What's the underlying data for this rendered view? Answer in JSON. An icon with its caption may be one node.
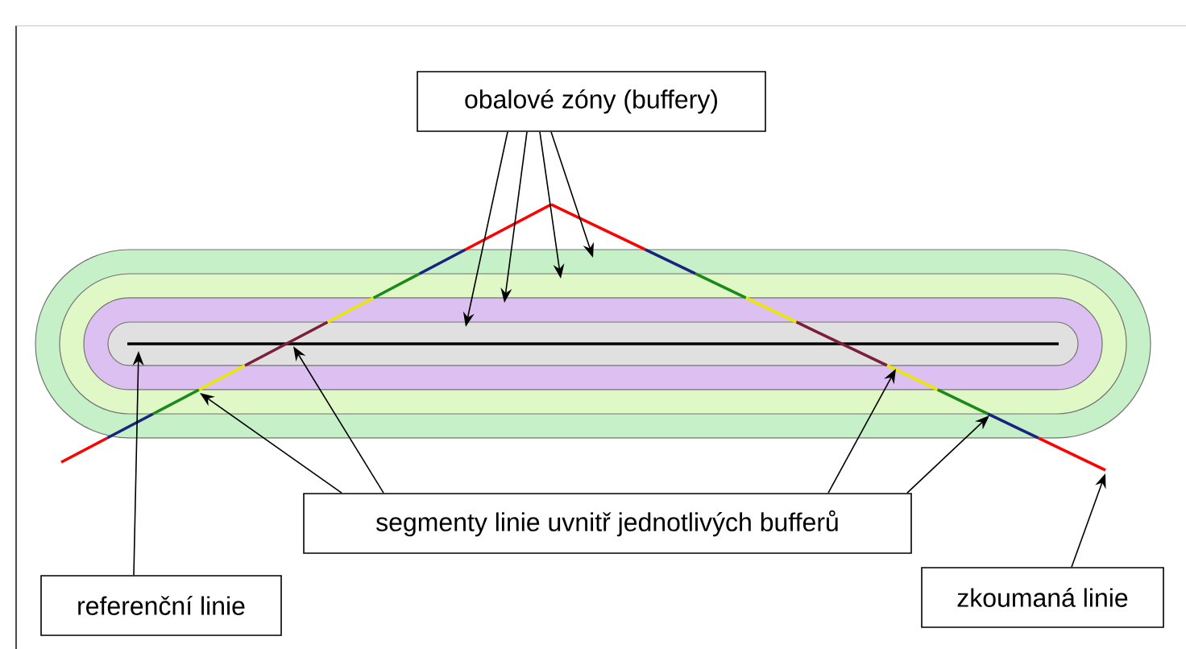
{
  "diagram": {
    "nodes": [
      {
        "text": [
          "obalové zóny (buffery)"
        ]
      },
      {
        "text": [
          "segmenty linie uvnitř jednotlivých bufferů"
        ]
      },
      {
        "text": [
          "referenční linie"
        ]
      },
      {
        "text": [
          "zkoumaná linie"
        ]
      },
      {
        "text": [],
        "shape": "box"
      },
      {
        "text": [],
        "shape": "box",
        "in": 4
      },
      {
        "text": [],
        "shape": "box",
        "in": 5
      },
      {
        "text": [],
        "shape": "box",
        "in": 6
      },
      {
        "text": [],
        "shape": "line",
        "in": 7
      },
      {
        "text": [],
        "shape": "polyline"
      }
    ],
    "edges": [
      {
        "from": 0,
        "to": 7,
        "arrow": "to"
      },
      {
        "from": 0,
        "to": 6,
        "arrow": "to"
      },
      {
        "from": 0,
        "to": 5,
        "arrow": "to"
      },
      {
        "from": 0,
        "to": 4,
        "arrow": "to"
      },
      {
        "from": 1,
        "to": 9,
        "arrow": "to"
      },
      {
        "from": 1,
        "to": 9,
        "arrow": "to"
      },
      {
        "from": 1,
        "to": 9,
        "arrow": "to"
      },
      {
        "from": 1,
        "to": 9,
        "arrow": "to"
      },
      {
        "from": 2,
        "to": 8,
        "arrow": "to"
      },
      {
        "from": 3,
        "to": 9,
        "arrow": "to"
      }
    ]
  }
}
